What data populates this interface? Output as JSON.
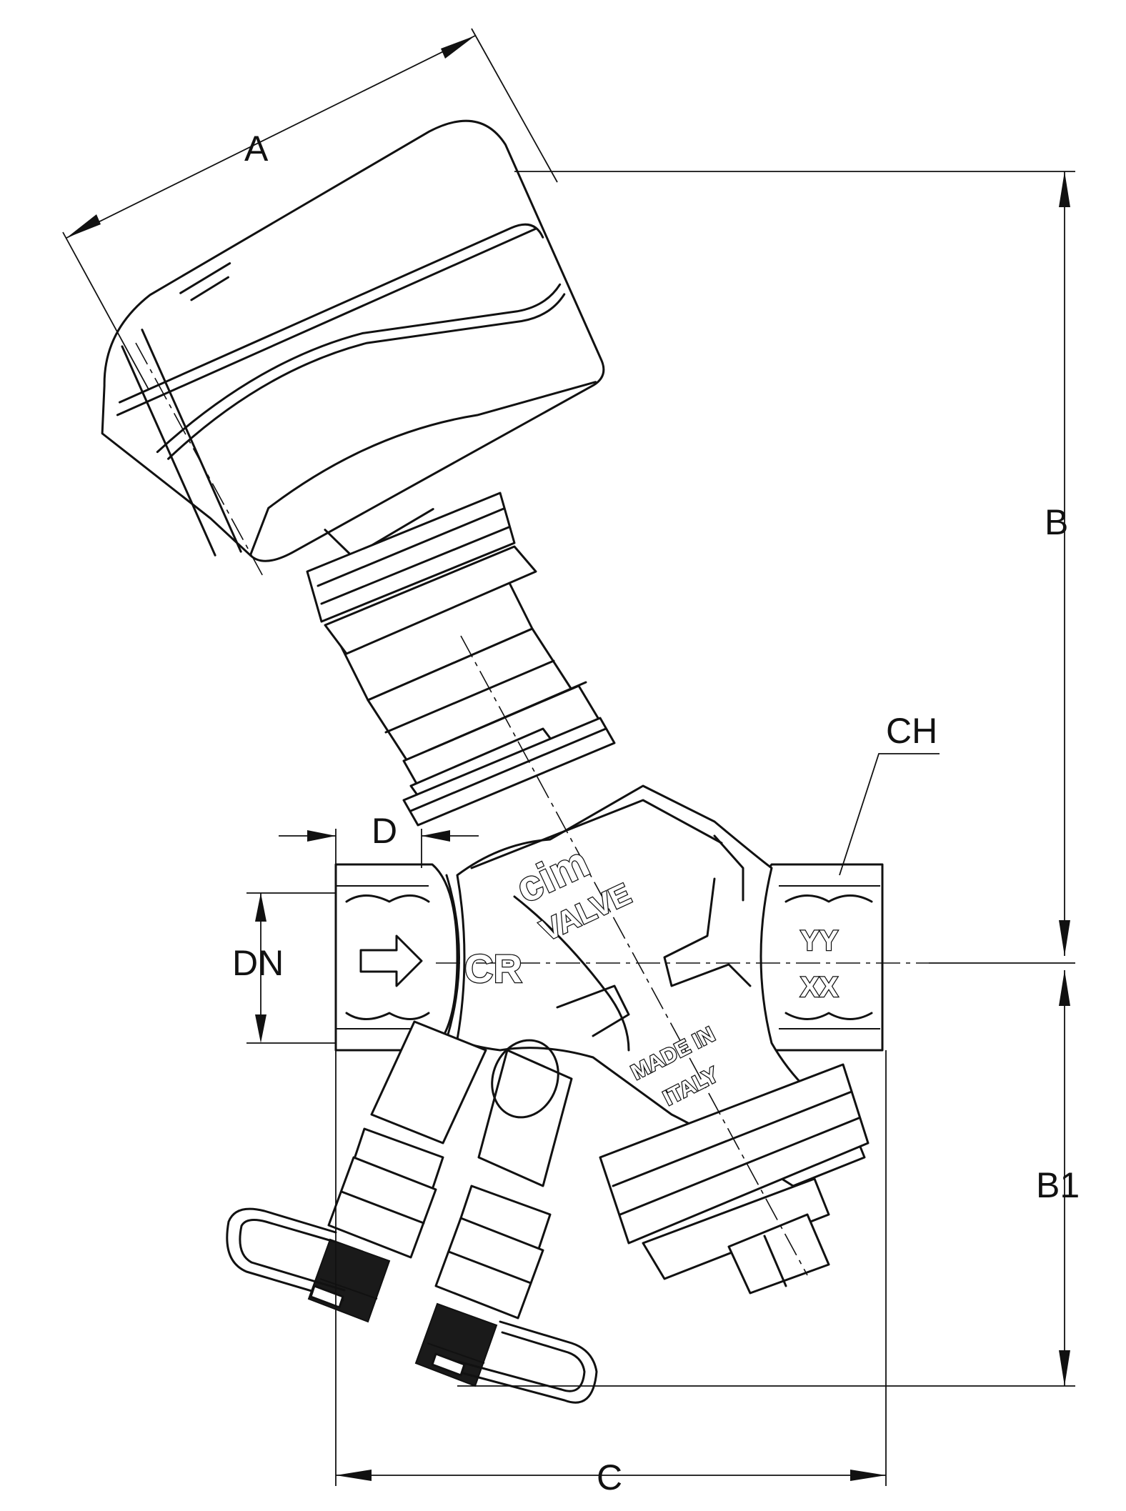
{
  "dimensions": {
    "a": "A",
    "b": "B",
    "b1": "B1",
    "c": "C",
    "d": "D",
    "dn": "DN",
    "ch": "CH"
  },
  "body_markings": {
    "logo_top": "cim",
    "logo_bottom": "VALVE",
    "made_in_line1": "MADE IN",
    "made_in_line2": "ITALY",
    "size_code_1": "YY",
    "size_code_2": "XX",
    "maker_mark": "CR"
  }
}
